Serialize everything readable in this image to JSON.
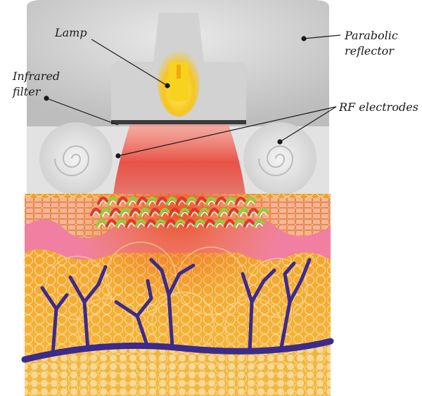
{
  "labels": {
    "lamp": "Lamp",
    "parabolic_reflector_line1": "Parabolic",
    "parabolic_reflector_line2": "reflector",
    "infrared_filter_line1": "Infrared",
    "infrared_filter_line2": "filter",
    "rf_electrodes": "RF electrodes"
  },
  "colors": {
    "reflector": "#c9c9c9",
    "reflector_inner": "#dcdcdc",
    "lamp": "#f7d21e",
    "filter": "#3a3a3a",
    "beam": "#e23a2a",
    "epidermis": "#f4a57d",
    "dermis": "#f07fa2",
    "fat": "#f2a422",
    "vessels": "#3b2a8f",
    "collagen_red": "#e2362e",
    "collagen_green": "#8bd13a"
  },
  "icons": {
    "lamp": "lamp-icon",
    "electrode": "electrode-icon"
  }
}
